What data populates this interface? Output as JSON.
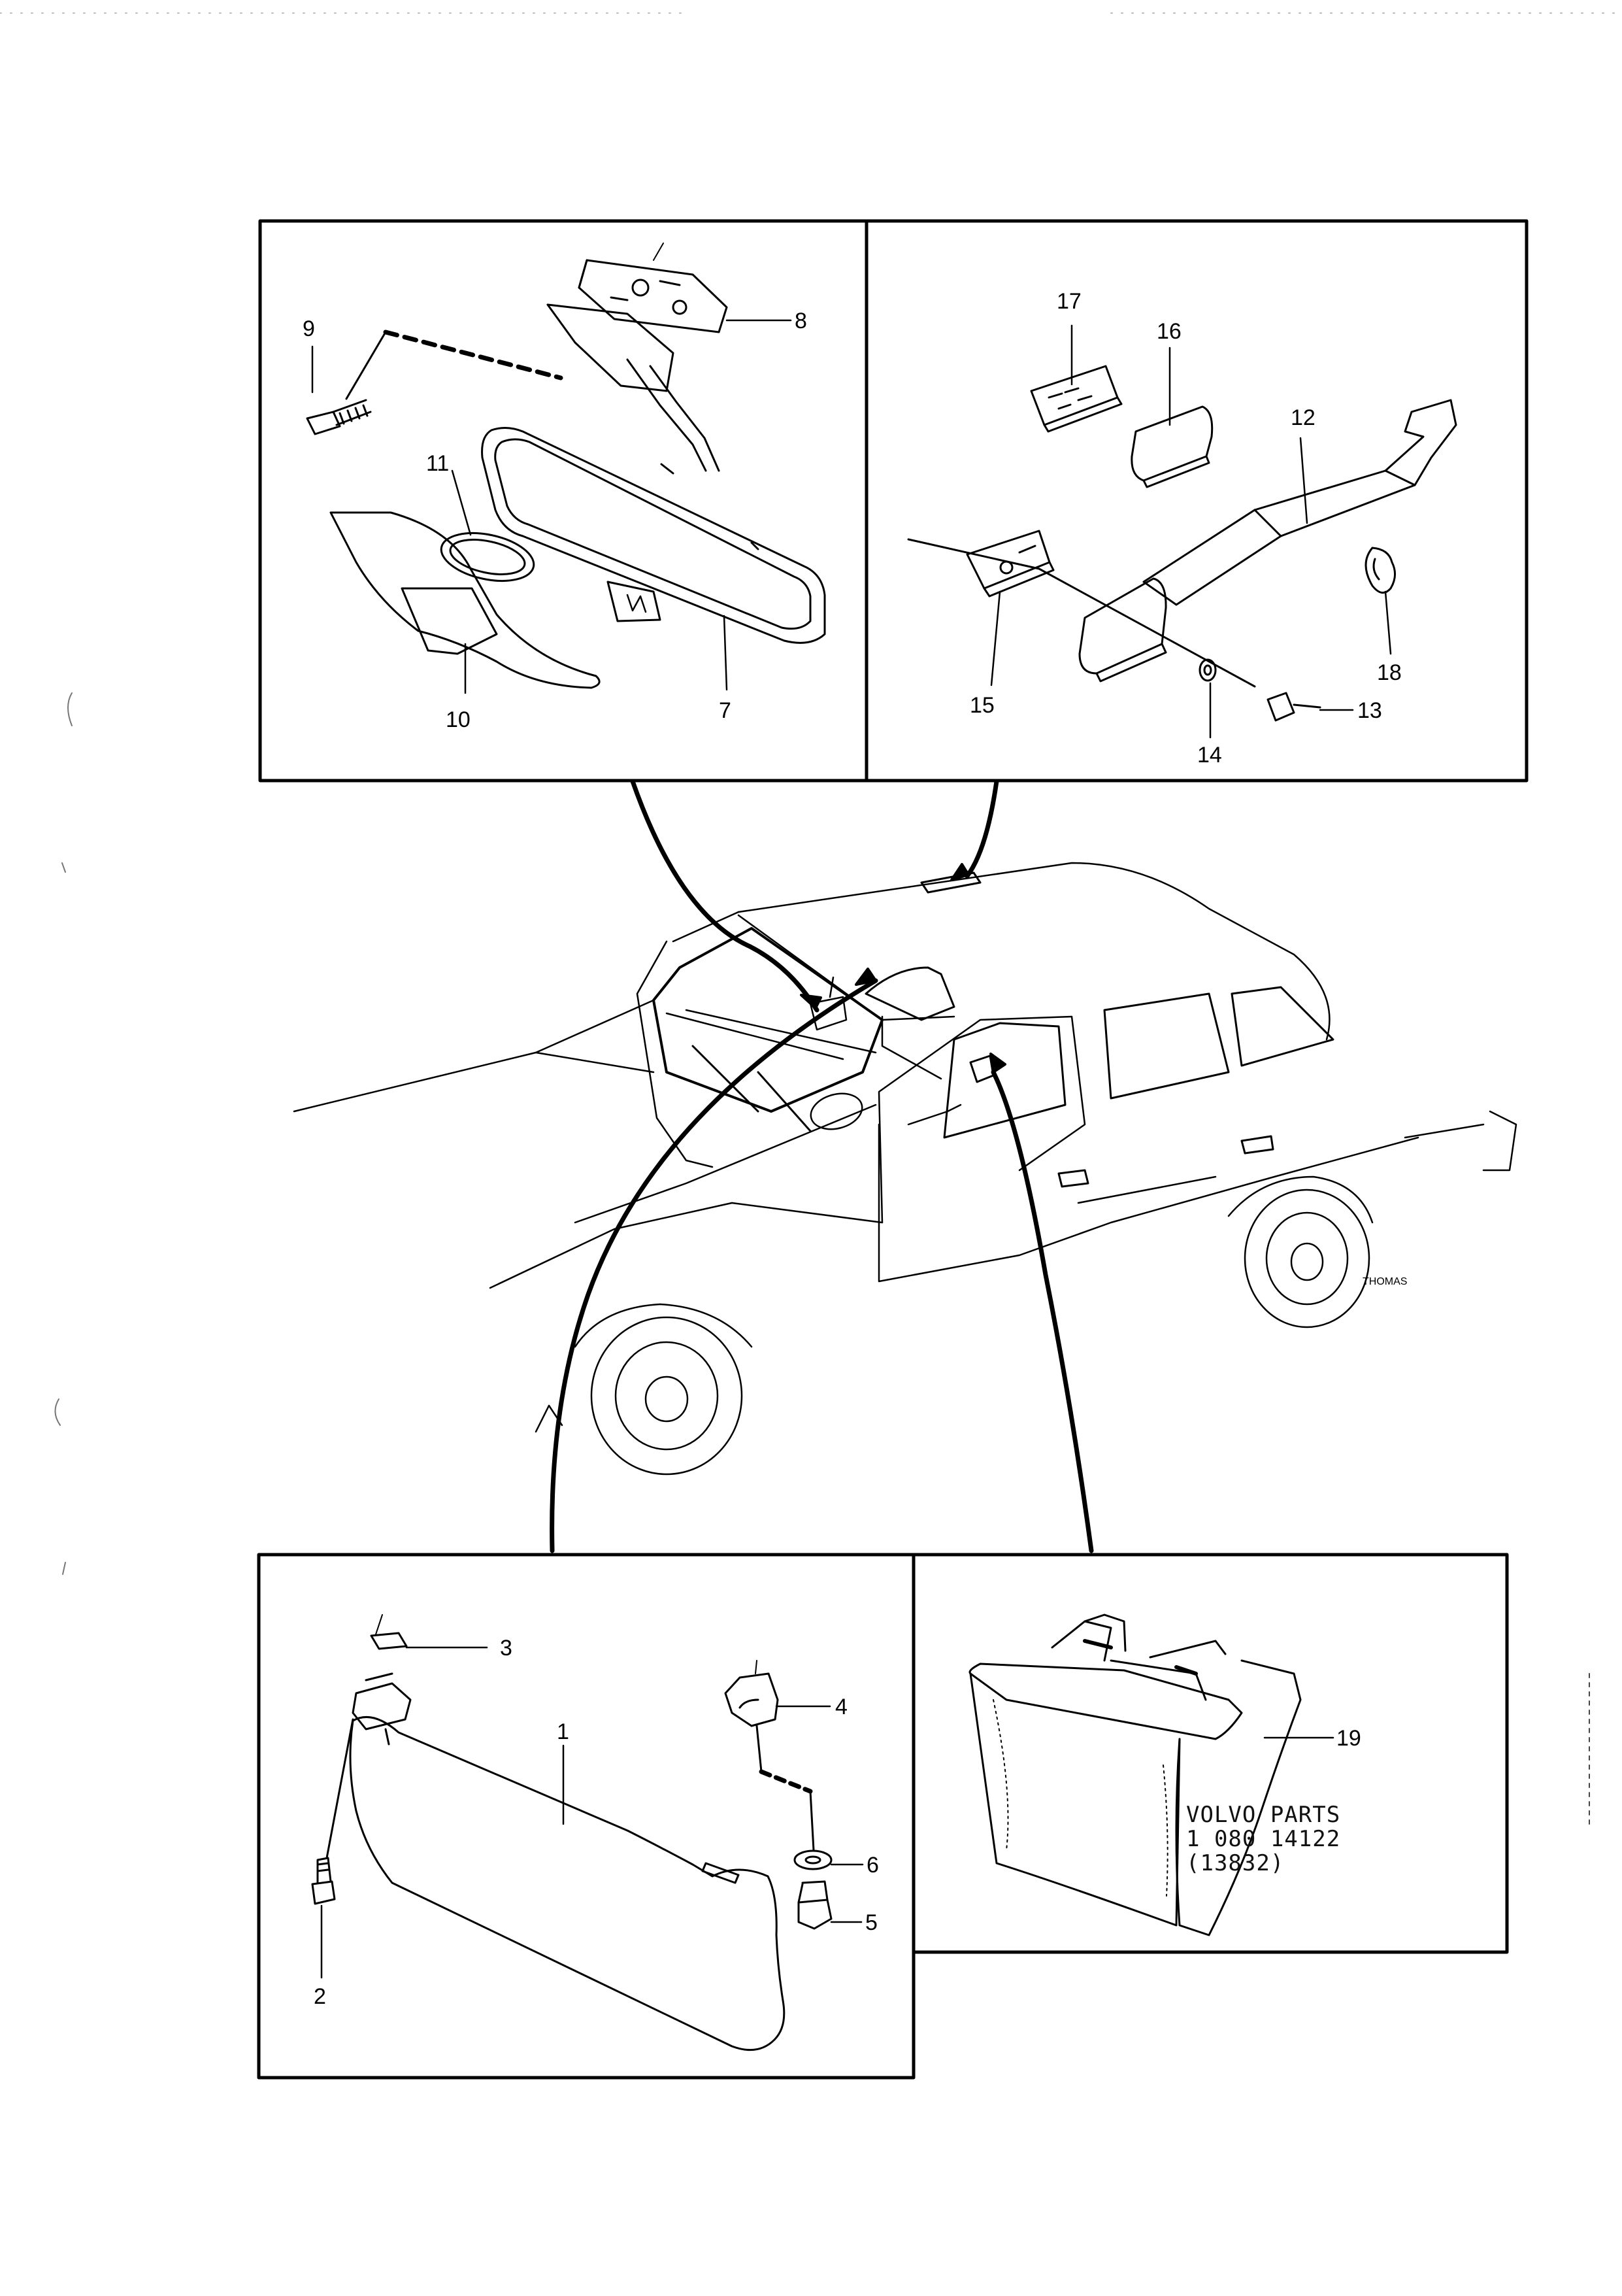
{
  "panels": {
    "mirror": {
      "callouts": [
        "7",
        "8",
        "9",
        "10",
        "11"
      ]
    },
    "grab_handle": {
      "callouts": [
        "12",
        "13",
        "14",
        "15",
        "16",
        "17",
        "18"
      ]
    },
    "sun_visor": {
      "callouts": [
        "1",
        "2",
        "3",
        "4",
        "5",
        "6"
      ]
    },
    "ashtray": {
      "callouts": [
        "19"
      ]
    }
  },
  "car": {
    "signature": "THOMAS"
  },
  "footer": {
    "line1": "VOLVO PARTS",
    "line2": "1 080 14122",
    "line3": "(13832)"
  },
  "icons": [
    "rear-view-mirror-icon",
    "grab-handle-icon",
    "sun-visor-icon",
    "ashtray-icon",
    "car-sedan-icon"
  ]
}
